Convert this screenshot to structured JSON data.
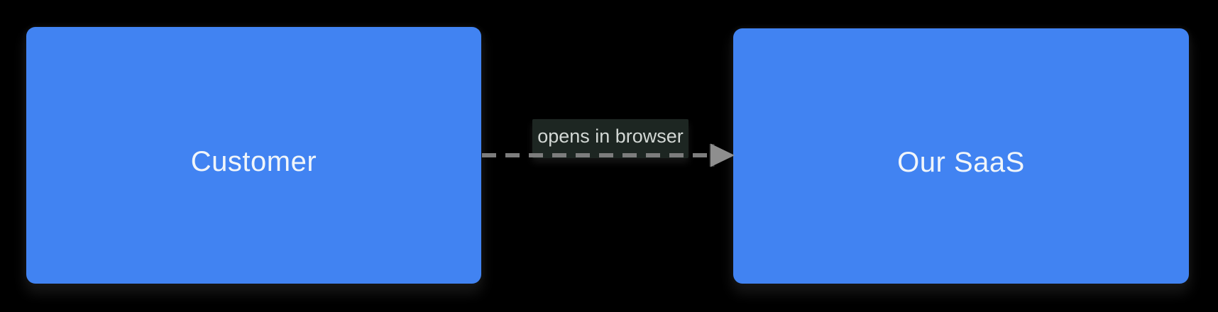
{
  "diagram": {
    "nodes": [
      {
        "id": "customer",
        "label": "Customer"
      },
      {
        "id": "our-saas",
        "label": "Our SaaS"
      }
    ],
    "edges": [
      {
        "from": "customer",
        "to": "our-saas",
        "label": "opens in browser",
        "style": "dashed",
        "direction": "right"
      }
    ]
  },
  "colors": {
    "background": "#000000",
    "node_fill": "#4183f2",
    "node_text": "#f0f5fa",
    "edge": "#7d7d7d",
    "edge_tick": "#343434",
    "arrowhead": "#8e8e8e",
    "edge_label_bg": "#1d2622",
    "edge_label_text": "#d3d8d5",
    "shadow": "#161616"
  }
}
